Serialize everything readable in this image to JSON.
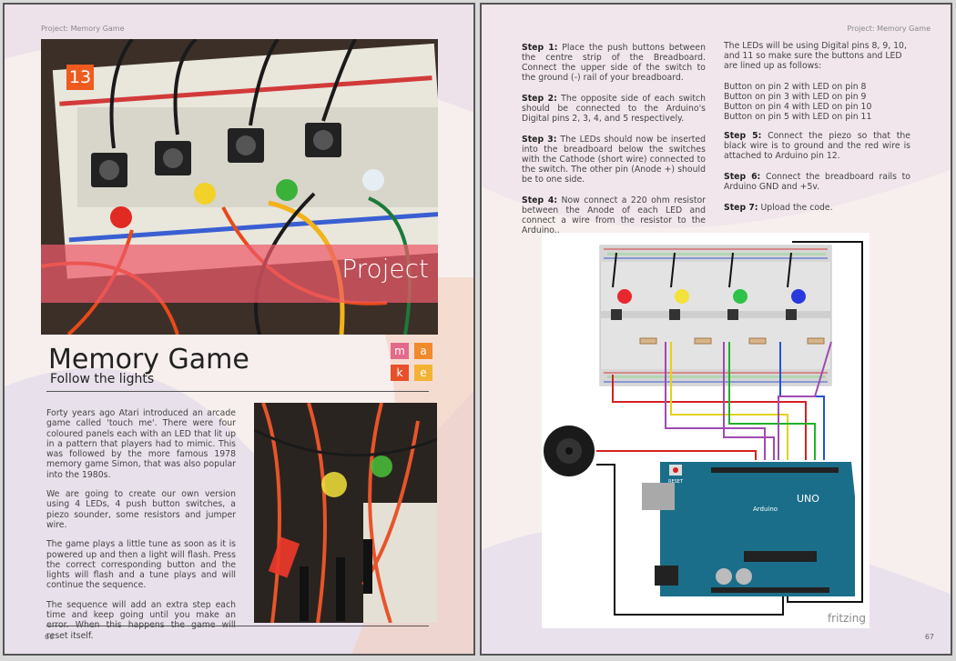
{
  "left_page": {
    "header": "Project: Memory Game",
    "project_number": "13",
    "project_label": "Project",
    "title": "Memory Game",
    "subtitle": "Follow the lights",
    "make_letters": [
      "m",
      "a",
      "k",
      "e"
    ],
    "make_colors": [
      "#e26a8a",
      "#f08a2a",
      "#e8502a",
      "#f2b233"
    ],
    "paragraphs": [
      "Forty years ago Atari introduced an arcade game called 'touch me'.  There were four coloured panels each with an LED that lit up in a pattern that players had to mimic.  This was followed by the more famous 1978 memory game Simon, that was also popular into the 1980s.",
      "We are going to create our own version using 4 LEDs, 4 push button switches, a piezo sounder, some resistors and jumper wire.",
      "The game plays a little tune as soon as it is powered up and then a light will flash.  Press the correct corresponding button and the lights will flash and a tune plays and will continue the sequence.",
      "The sequence will add an extra step each time and keep going until you make an error.  When this happens the game will reset itself."
    ],
    "page_number": "66"
  },
  "right_page": {
    "header": "Project: Memory Game",
    "steps_left": [
      {
        "label": "Step 1:",
        "text": " Place the push buttons between the centre strip of the Breadboard. Connect the upper side of the switch to the ground (-) rail of your breadboard."
      },
      {
        "label": "Step 2:",
        "text": " The opposite side of each switch should be connected to the Arduino's Digital pins 2, 3, 4, and 5 respectively."
      },
      {
        "label": "Step 3:",
        "text": " The LEDs should now be inserted into the breadboard below the switches with the Cathode (short wire) connected to the switch. The other pin (Anode +) should be to one side."
      },
      {
        "label": "Step 4:",
        "text": "  Now connect a 220 ohm resistor between the Anode of each LED and  connect  a  wire from the resistor to the Arduino.."
      }
    ],
    "intro_right": "The LEDs will be using Digital pins 8, 9, 10, and 11 so make sure the buttons and LED are lined up as follows:",
    "pin_lines": [
      "Button on pin 2 with LED on pin 8",
      "Button on pin 3 with LED on pin 9",
      "Button on pin 4 with LED on pin 10",
      "Button on pin 5 with LED on pin 11"
    ],
    "steps_right": [
      {
        "label": "Step 5:",
        "text": "  Connect the piezo so that the black wire is to ground and the red wire is attached to Arduino pin 12."
      },
      {
        "label": "Step 6:",
        "text": "   Connect the breadboard rails to Arduino GND and +5v."
      },
      {
        "label": "Step 7:",
        "text": "  Upload the code."
      }
    ],
    "diagram": {
      "reset_label": "RESET",
      "board_name": "UNO",
      "board_brand": "Arduino",
      "watermark": "fritzing",
      "led_colors": [
        "#e8282e",
        "#f2e23a",
        "#2ec24a",
        "#2a3adf"
      ]
    },
    "page_number": "67"
  }
}
